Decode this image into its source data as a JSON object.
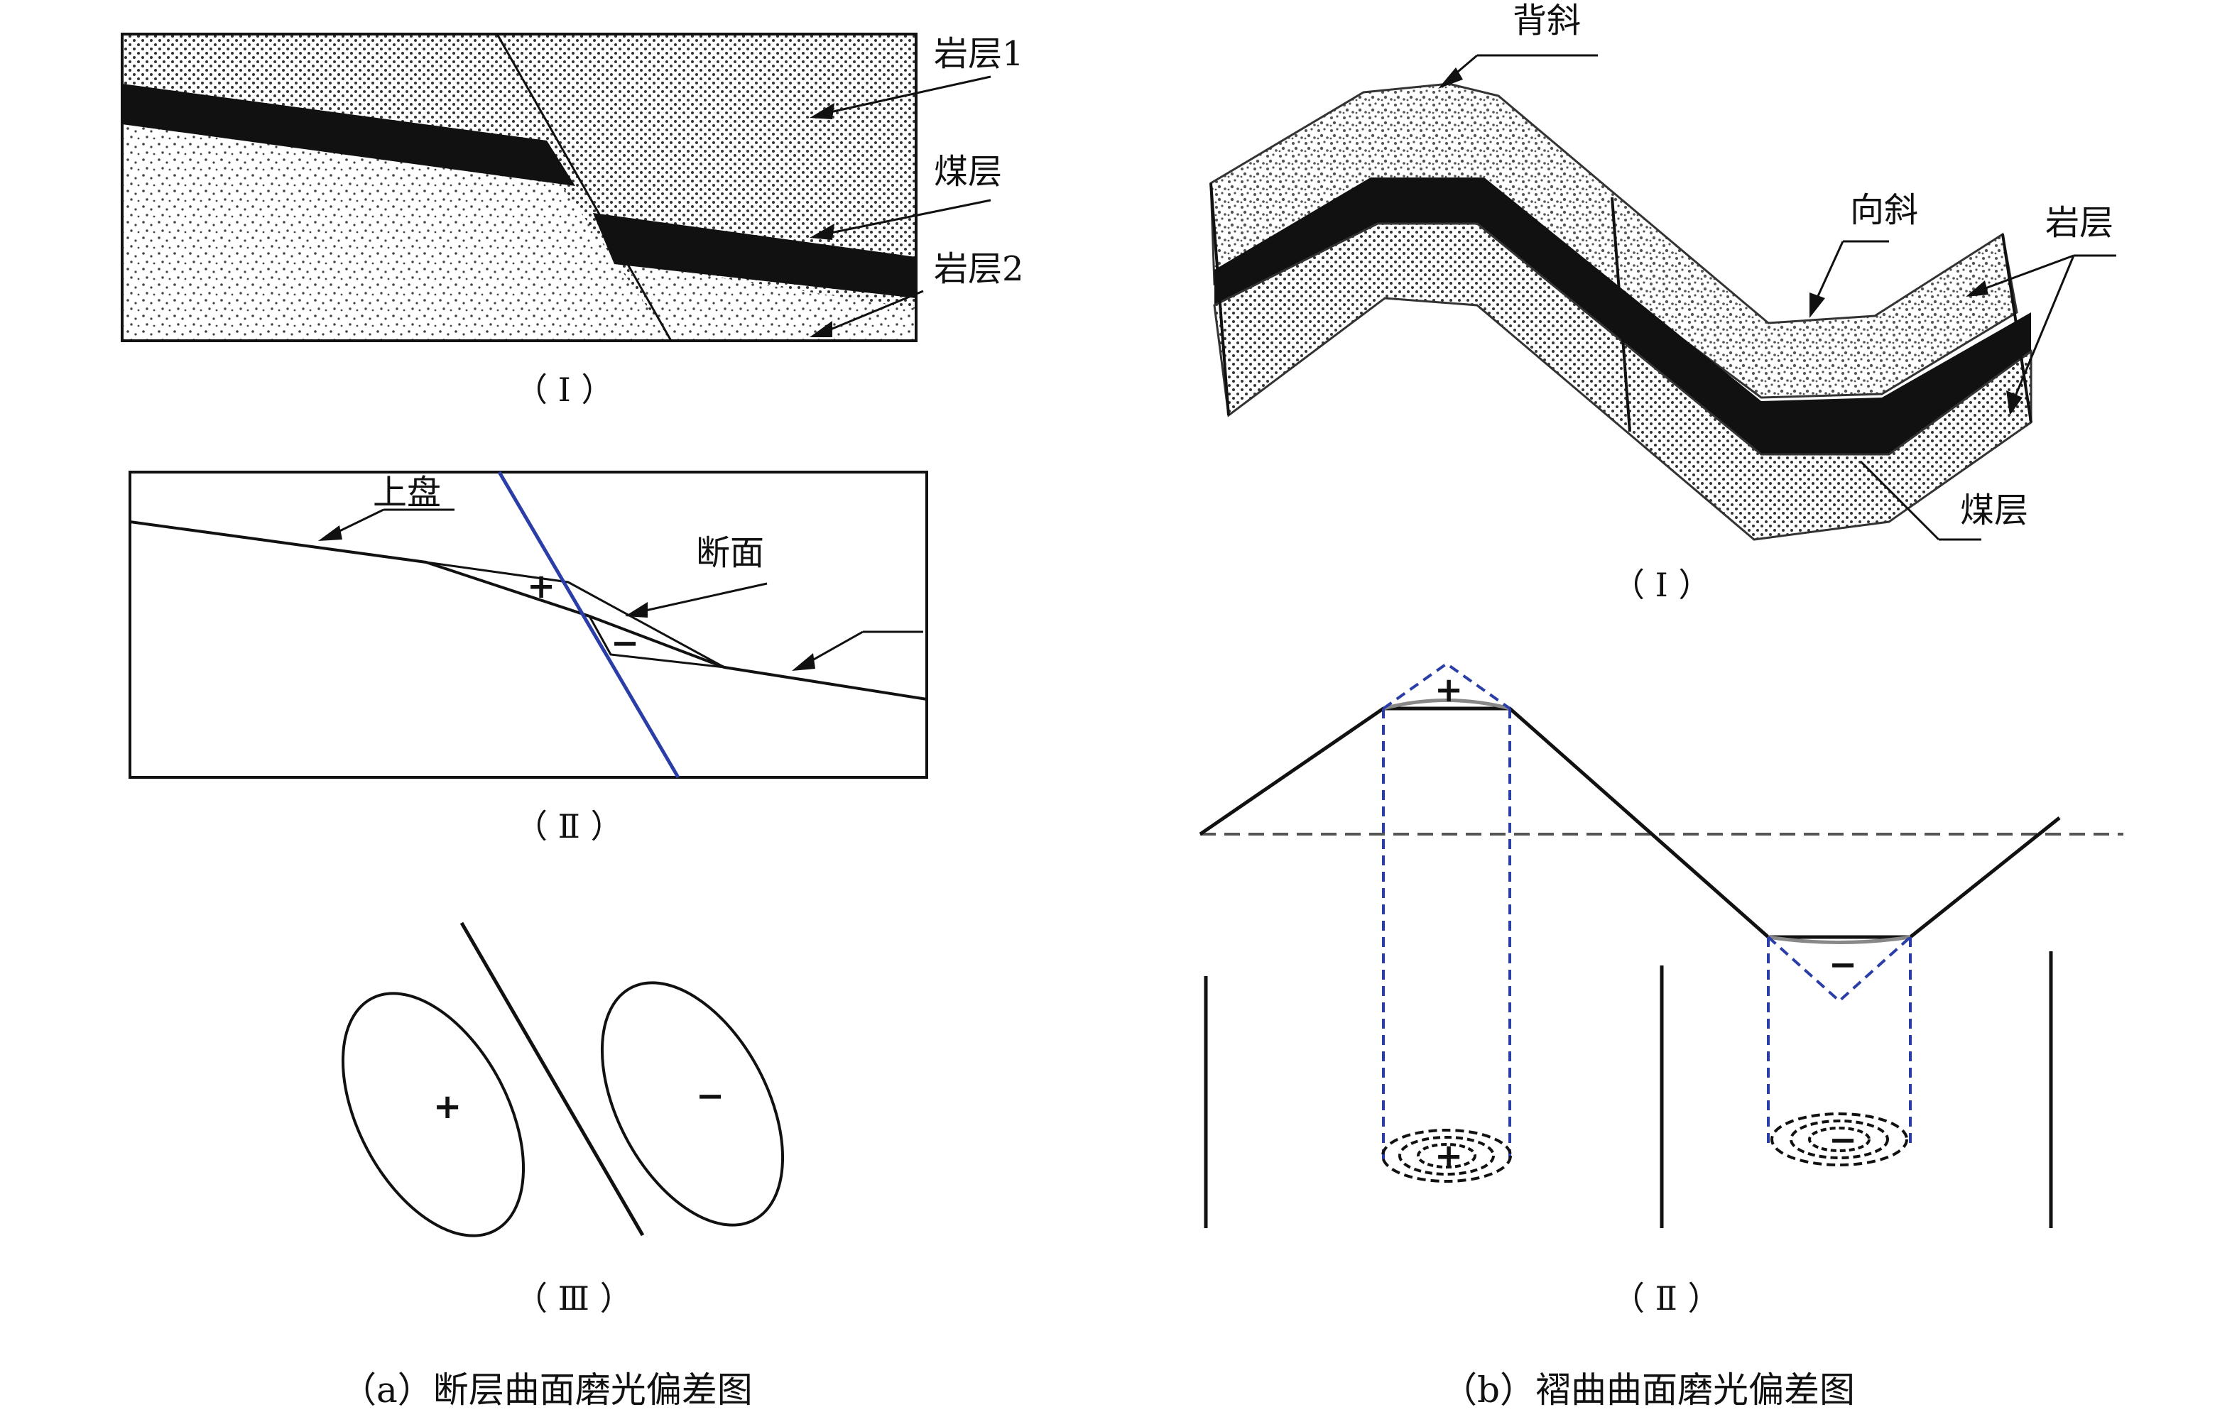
{
  "panel_a": {
    "fig1": {
      "rock_layer_1": "岩层1",
      "coal_seam": "煤层",
      "rock_layer_2": "岩层2",
      "roman": "（ Ⅰ ）"
    },
    "fig2": {
      "hanging_wall": "上盘",
      "fault_plane": "断面",
      "plus": "+",
      "minus": "−",
      "roman": "（ Ⅱ ）"
    },
    "fig3": {
      "plus": "+",
      "minus": "−",
      "roman": "（ Ⅲ ）"
    },
    "caption": "（a）断层曲面磨光偏差图"
  },
  "panel_b": {
    "fig1": {
      "anticline": "背斜",
      "syncline": "向斜",
      "rock_layer": "岩层",
      "coal_seam": "煤层",
      "roman": "（ Ⅰ ）"
    },
    "fig2": {
      "plus": "+",
      "minus": "−",
      "roman": "（ Ⅱ ）"
    },
    "caption": "（b）褶曲曲面磨光偏差图"
  },
  "colors": {
    "fault_line": "#2b3ea8",
    "ink": "#111111",
    "dashed_guides": "#2b3ea8"
  }
}
